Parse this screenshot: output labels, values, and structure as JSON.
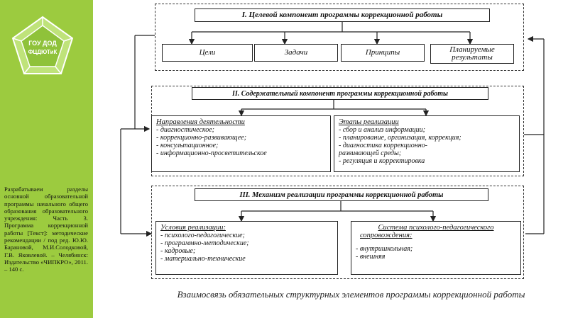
{
  "logo": {
    "text_line1": "ГОУ ДОД",
    "text_line2": "ФЦДЮТиК"
  },
  "caption": "Разрабатываем разделы основной образовательной программы начального общего образования образовательного учреждения: Часть 3. Программа коррекционной работы [Текст]: методические рекомендации / под ред. Ю.Ю. Барановой, М.И.Солодковой, Г.В. Яковлевой. – Челябинск: Издательство «ЧИПКРО», 2011. – 140 с.",
  "section1": {
    "title": "I. Целевой компонент программы коррекционной работы",
    "items": [
      "Цели",
      "Задачи",
      "Принципы",
      "Планируемые результаты"
    ]
  },
  "section2": {
    "title": "II. Содержательный компонент программы коррекционной работы",
    "left": {
      "title": "Направления деятельности",
      "items": [
        "- диагностическое;",
        "- коррекционно-развивающее;",
        "- консультационное;",
        "- информационно-просветительское"
      ]
    },
    "right": {
      "title": "Этапы реализации",
      "items": [
        "- сбор и анализ информации;",
        "- планирование, организация, коррекция;",
        "- диагностика коррекционно-",
        "развивающей среды;",
        "- регуляция и корректировка"
      ]
    }
  },
  "section3": {
    "title": "III. Механизм реализации программы коррекционной работы",
    "left": {
      "title": "Условия реализации:",
      "items": [
        "- психолого-педагогические;",
        "- программно-методические;",
        "- кадровые;",
        "- материально-технические"
      ]
    },
    "right": {
      "title_line1": "Система психолого-педагогического",
      "title_line2": "сопровождения:",
      "items": [
        "- внутришкольная;",
        "- внешняя"
      ]
    }
  },
  "footer_caption": "Взаимосвязь обязательных структурных элементов программы коррекционной работы"
}
